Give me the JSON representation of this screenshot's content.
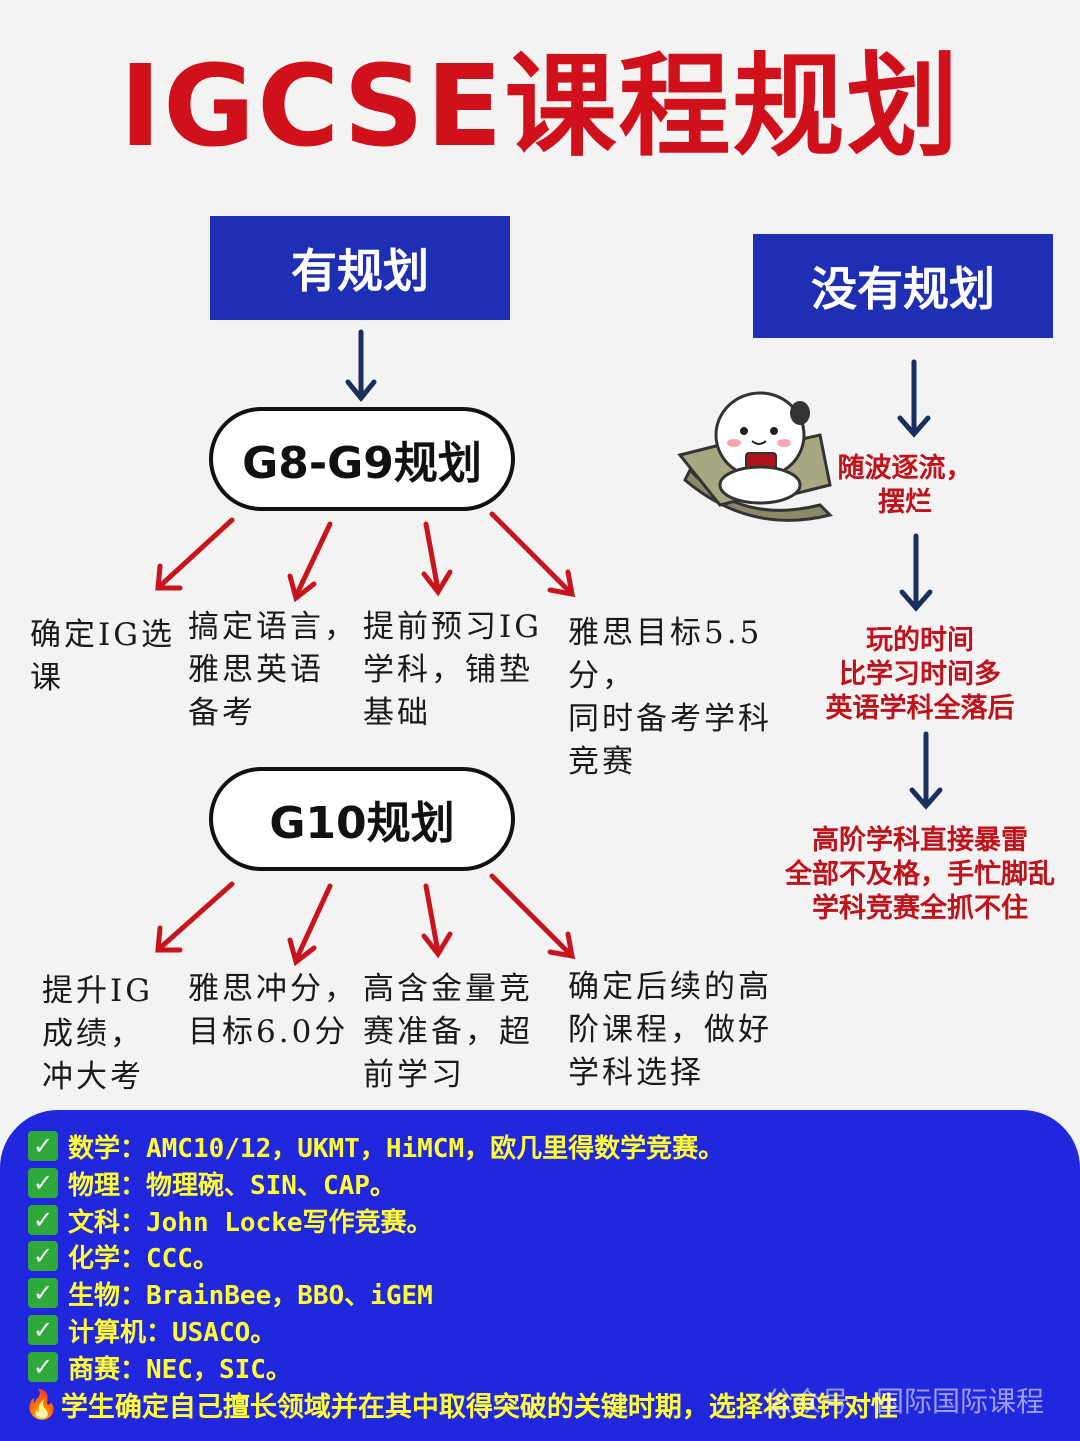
{
  "title": "IGCSE课程规划",
  "planned": {
    "header": "有规划",
    "g8_g9": {
      "label": "G8-G9规划",
      "items": [
        "确定IG选\n课",
        "搞定语言，\n雅思英语\n备考",
        "提前预习IG\n学科，铺垫\n基础",
        "雅思目标5.5分，\n同时备考学科\n竞赛"
      ]
    },
    "g10": {
      "label": "G10规划",
      "items": [
        "提升IG\n成绩，\n冲大考",
        "雅思冲分，\n目标6.0分",
        "高含金量竞\n赛准备，超\n前学习",
        "确定后续的高\n阶课程，做好\n学科选择"
      ]
    }
  },
  "unplanned": {
    "header": "没有规划",
    "steps": [
      "随波逐流，\n摆烂",
      "玩的时间\n比学习时间多\n英语学科全落后",
      "高阶学科直接暴雷\n全部不及格，手忙脚乱\n学科竞赛全抓不住"
    ]
  },
  "competitions": [
    "数学：AMC10/12，UKMT，HiMCM，欧几里得数学竞赛。",
    "物理：物理碗、SIN、CAP。",
    "文科：John Locke写作竞赛。",
    "化学：CCC。",
    "生物：BrainBee，BBO、iGEM",
    "计算机：USACO。",
    "商赛：NEC，SIC。"
  ],
  "check_icon": "✓",
  "fire_icon": "🔥",
  "conclusion": "学生确定自己擅长领域并在其中取得突破的关键时期，选择将更针对性",
  "watermark": "公众号 · 国际国际课程",
  "colors": {
    "title_red": "#d0101b",
    "header_blue": "#1f2fb3",
    "arrow_red": "#c8141c",
    "arrow_navy": "#1b2f5e",
    "panel_blue": "#2027df",
    "panel_text": "#ffff33",
    "check_green": "#2faa3a"
  }
}
